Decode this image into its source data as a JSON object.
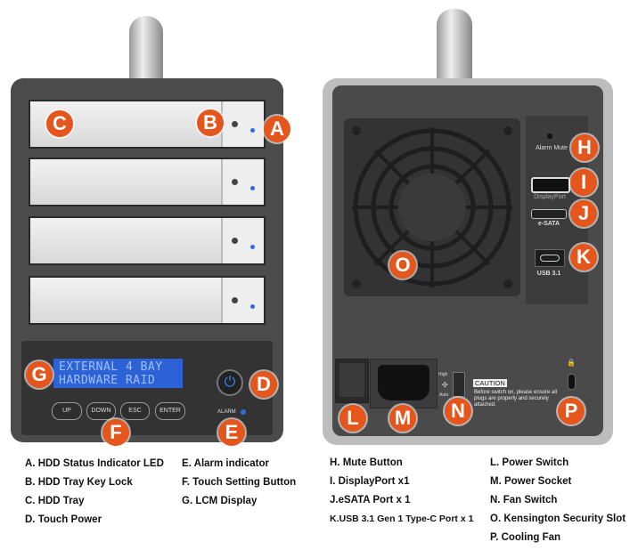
{
  "front": {
    "lcd_line1": "EXTERNAL 4 BAY",
    "lcd_line2": "HARDWARE RAID",
    "buttons": [
      "UP",
      "DOWN",
      "ESC",
      "ENTER"
    ],
    "alarm_label": "ALARM"
  },
  "back": {
    "alarm_mute": "Alarm Mute",
    "displayport": "DisplayPort",
    "esata": "e-SATA",
    "usb": "USB 3.1",
    "fan_high": "High",
    "fan_auto": "Auto",
    "caution_title": "CAUTION",
    "caution_text": "Before switch on, please ensure all plugs are properly and securely attached."
  },
  "badges": {
    "A": "A",
    "B": "B",
    "C": "C",
    "D": "D",
    "E": "E",
    "F": "F",
    "G": "G",
    "H": "H",
    "I": "I",
    "J": "J",
    "K": "K",
    "L": "L",
    "M": "M",
    "N": "N",
    "O": "O",
    "P": "P"
  },
  "legend_front": [
    "A. HDD Status Indicator LED",
    "B. HDD Tray Key Lock",
    "C. HDD Tray",
    "D. Touch Power",
    "E. Alarm indicator",
    "F. Touch Setting Button",
    "G. LCM Display"
  ],
  "legend_back": [
    "H. Mute Button",
    "I. DisplayPort x1",
    "J.eSATA Port x 1",
    "K.USB 3.1 Gen 1 Type-C Port x 1",
    "L. Power Switch",
    "M. Power Socket",
    "N. Fan Switch",
    "O. Kensington Security Slot",
    "P. Cooling Fan"
  ],
  "colors": {
    "badge": "#e4561b",
    "led": "#2a6fe0",
    "lcd": "#2d62d6"
  }
}
